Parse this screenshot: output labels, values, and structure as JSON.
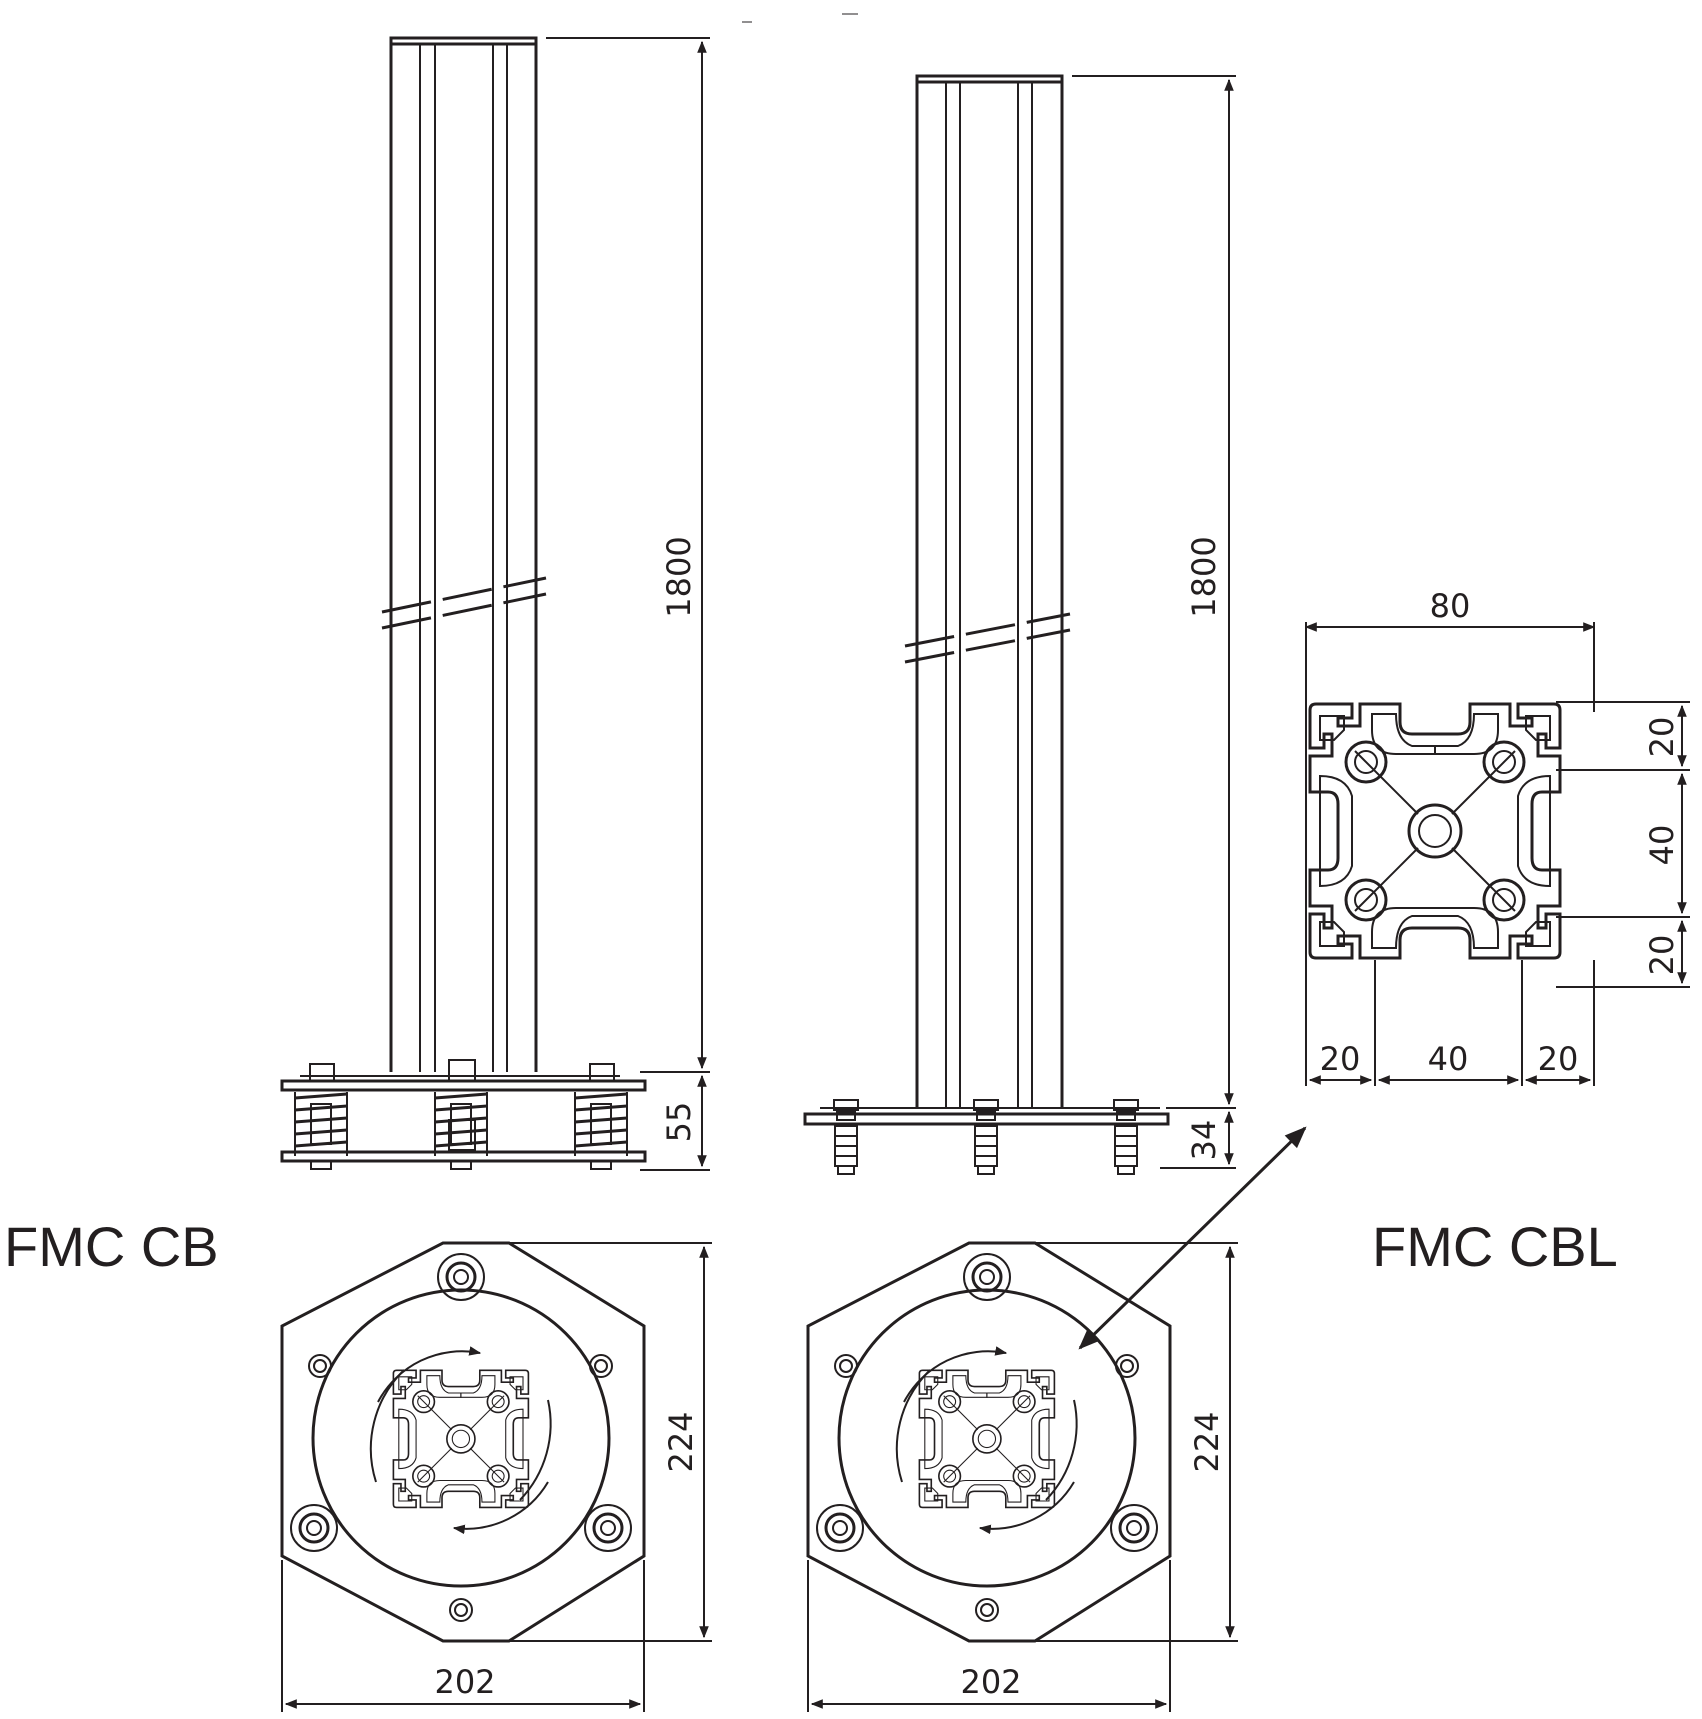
{
  "labels": {
    "model_cb": "FMC CB",
    "model_cbl": "FMC CBL"
  },
  "dimensions": {
    "cb_height": "1800",
    "cb_base_height": "55",
    "cbl_height": "1800",
    "cbl_base_height": "34",
    "profile_width": "80",
    "profile_right_top": "20",
    "profile_right_mid": "40",
    "profile_right_bottom": "20",
    "profile_bottom_left": "20",
    "profile_bottom_mid": "40",
    "profile_bottom_right": "20",
    "cb_plate_height": "224",
    "cb_plate_width": "202",
    "cbl_plate_height": "224",
    "cbl_plate_width": "202"
  },
  "colors": {
    "line": "#231f20",
    "background": "#ffffff"
  }
}
